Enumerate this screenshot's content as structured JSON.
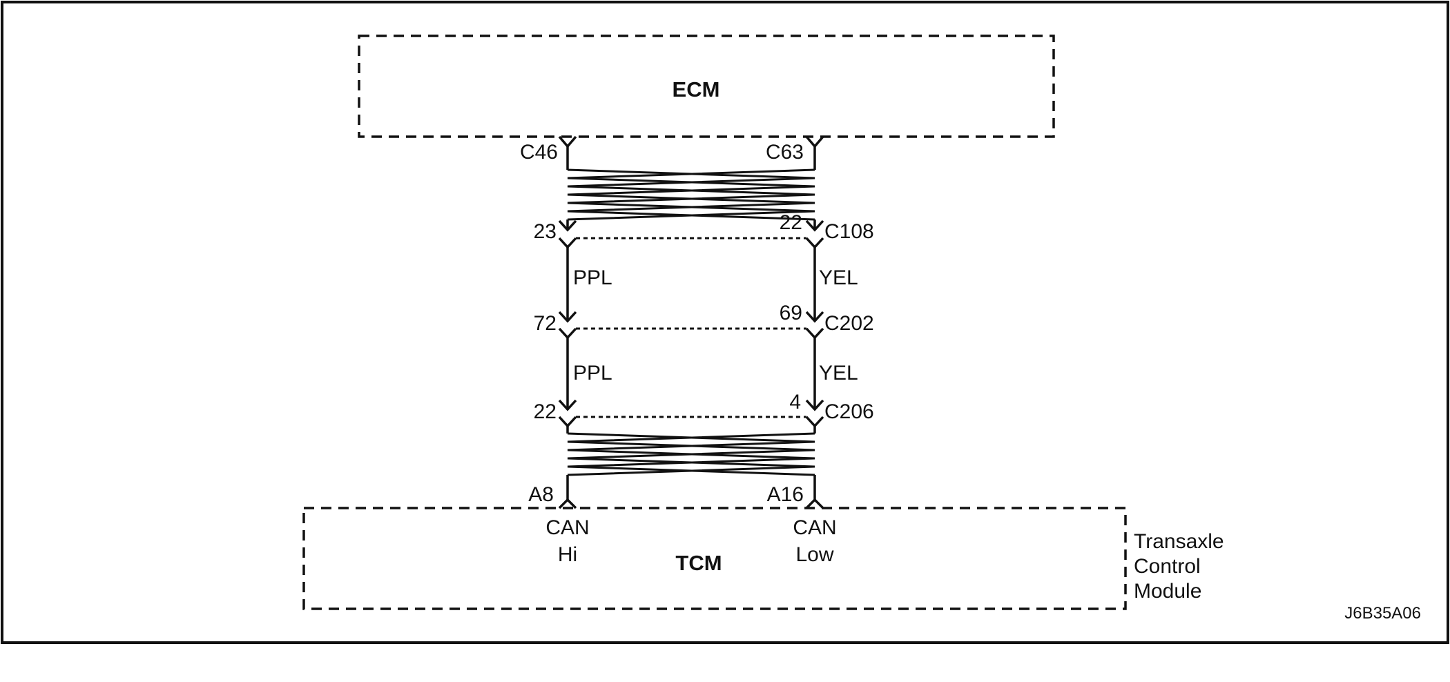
{
  "modules": {
    "ecm": {
      "label": "ECM"
    },
    "tcm": {
      "label": "TCM",
      "description": [
        "Transaxle",
        "Control",
        "Module"
      ],
      "pins": [
        {
          "pin": "A8",
          "signal": [
            "CAN",
            "Hi"
          ]
        },
        {
          "pin": "A16",
          "signal": [
            "CAN",
            "Low"
          ]
        }
      ]
    }
  },
  "ecm_pins": {
    "left": "C46",
    "right": "C63"
  },
  "connectors": [
    {
      "name": "C108",
      "left_pin": "23",
      "right_pin": "22"
    },
    {
      "name": "C202",
      "left_pin": "72",
      "right_pin": "69"
    },
    {
      "name": "C206",
      "left_pin": "22",
      "right_pin": "4"
    }
  ],
  "wire_colors": {
    "left": [
      "PPL",
      "PPL"
    ],
    "right": [
      "YEL",
      "YEL"
    ]
  },
  "figure_code": "J6B35A06"
}
